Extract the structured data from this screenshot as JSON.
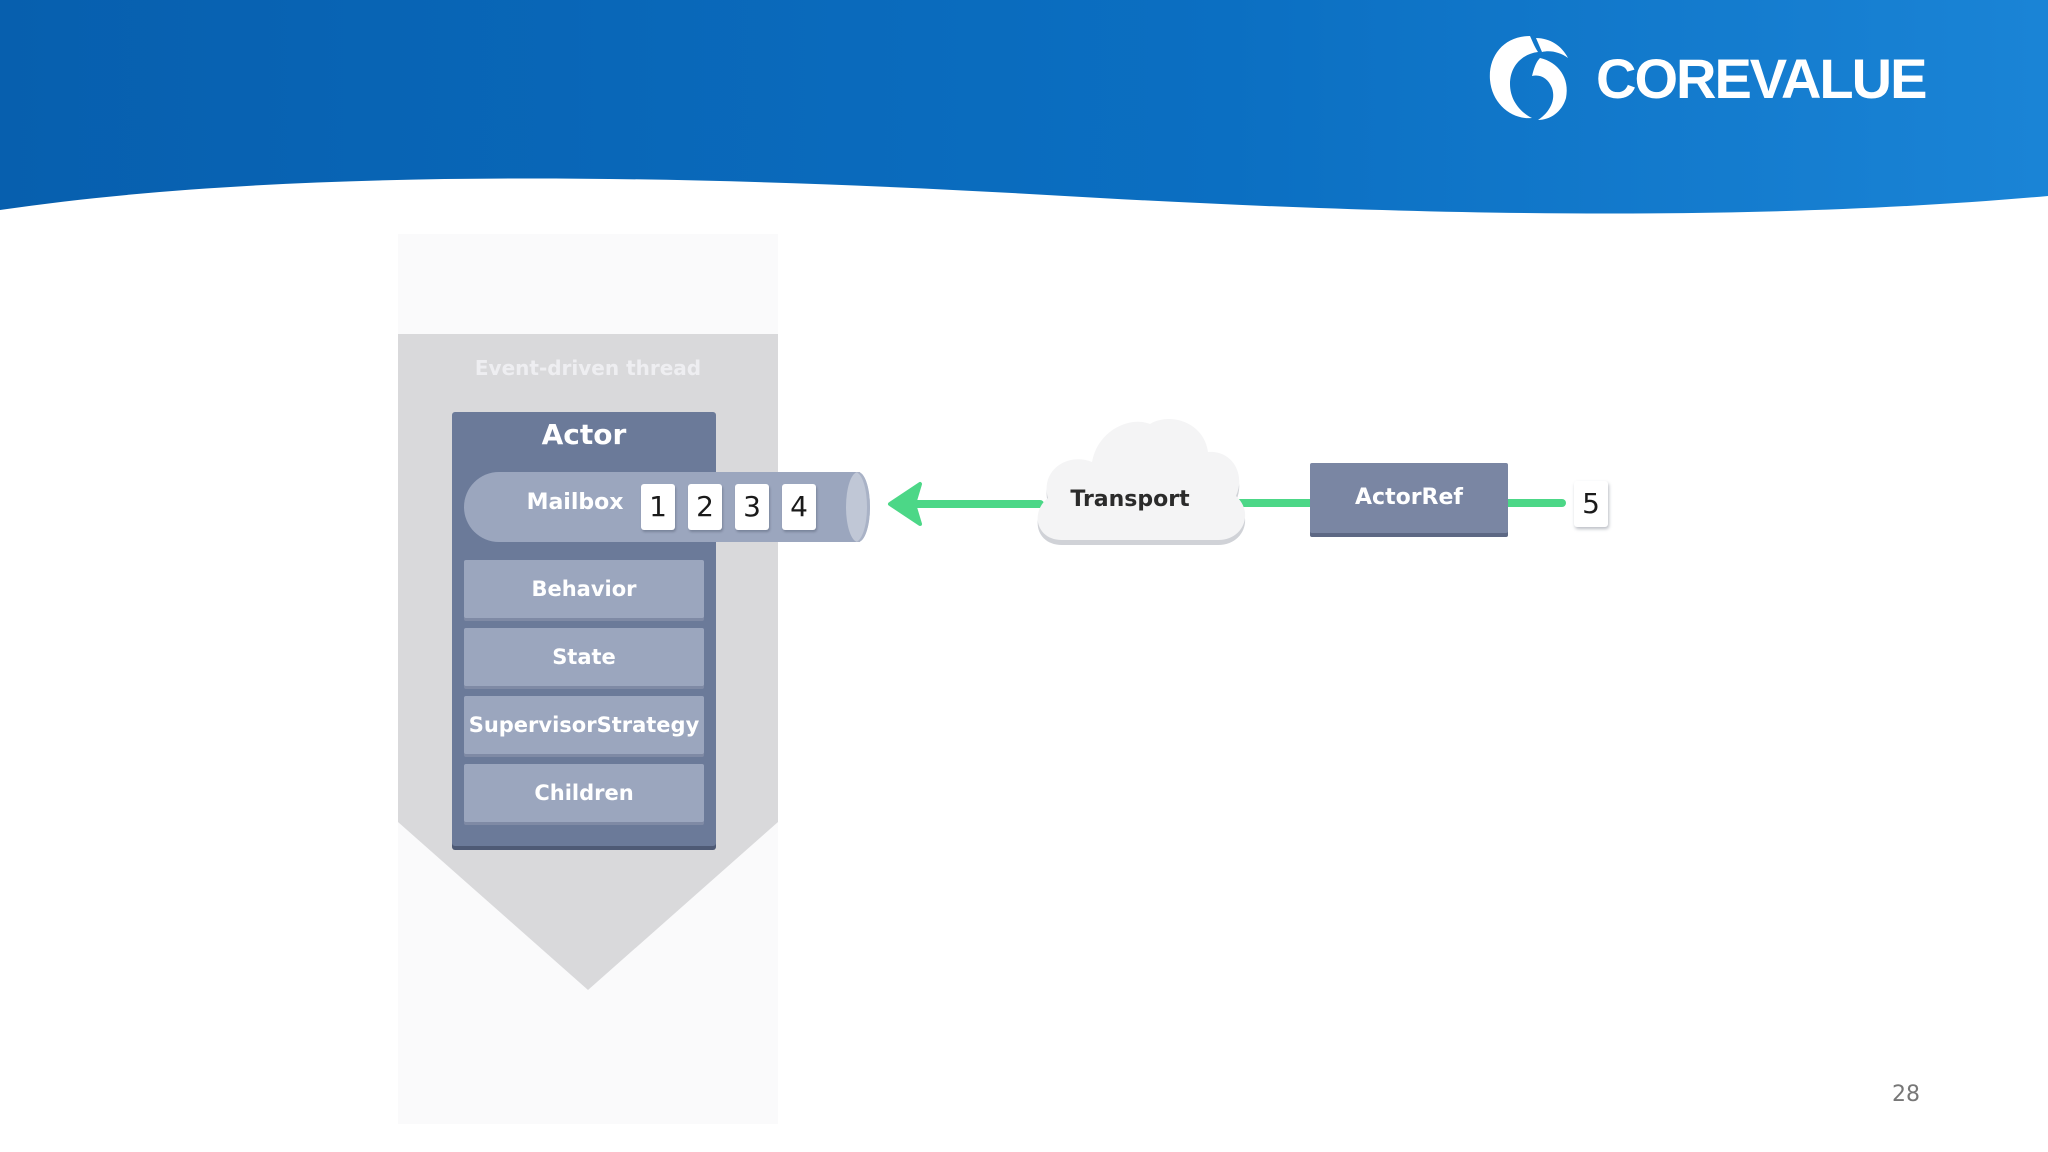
{
  "brand": {
    "name": "COREVALUE",
    "header_color": "#0a6dbf",
    "header_color_light": "#1987d8"
  },
  "diagram": {
    "thread_label": "Event-driven thread",
    "actor": {
      "title": "Actor",
      "mailbox_label": "Mailbox",
      "messages": [
        "1",
        "2",
        "3",
        "4"
      ],
      "slots": [
        "Behavior",
        "State",
        "SupervisorStrategy",
        "Children"
      ]
    },
    "transport_label": "Transport",
    "actor_ref_label": "ActorRef",
    "incoming_message": "5",
    "arrow_color": "#4cd787"
  },
  "footer": {
    "page_number": "28"
  }
}
